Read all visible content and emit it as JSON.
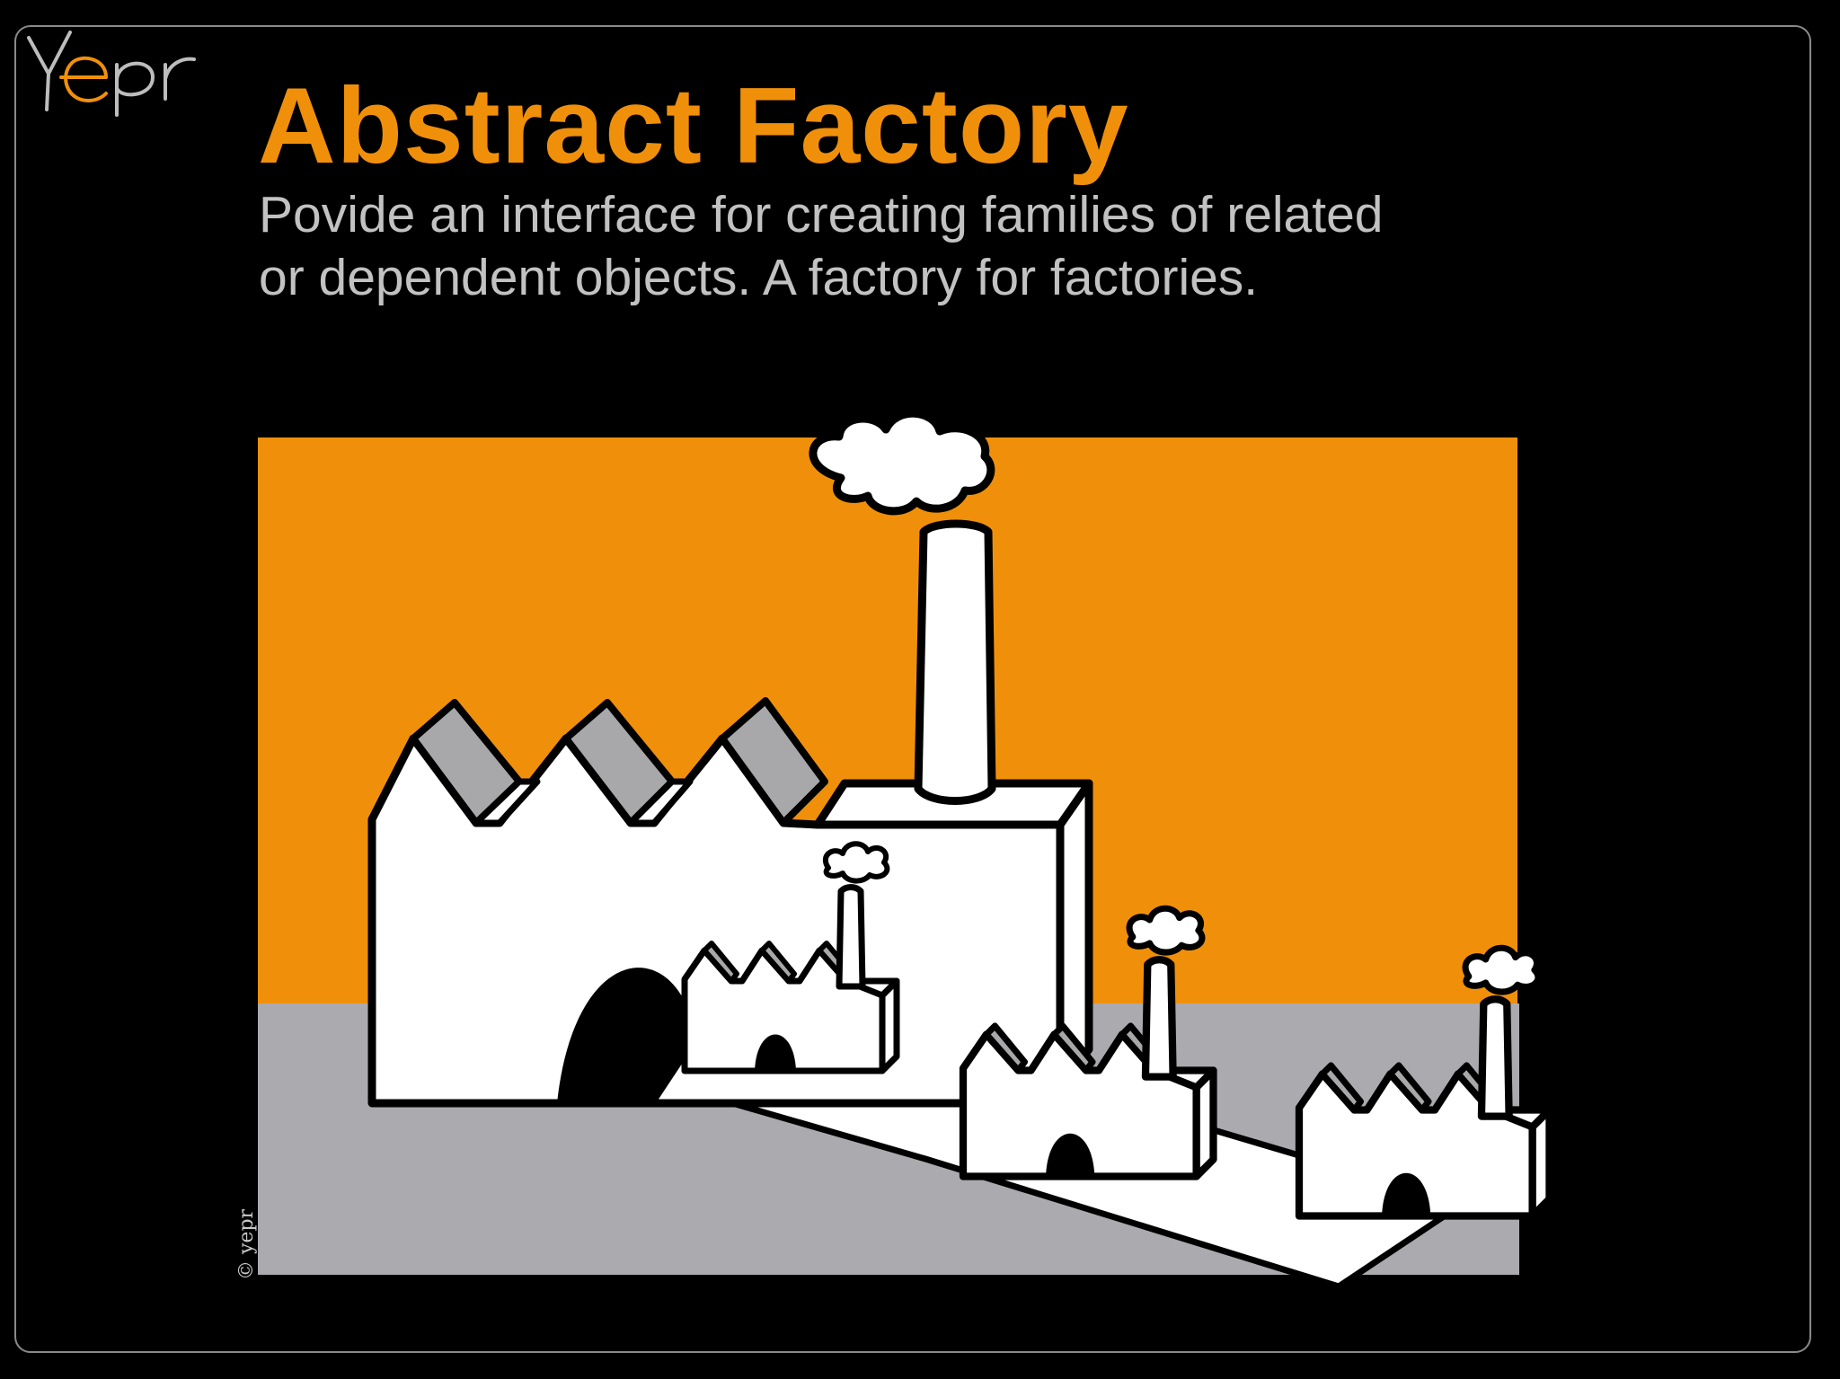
{
  "slide": {
    "logo_text": "yepr",
    "title": "Abstract Factory",
    "subtitle_line1": "Povide an interface for creating families of related",
    "subtitle_line2": "or dependent objects. A factory for factories.",
    "copyright": "© yepr"
  },
  "colors": {
    "background": "#000000",
    "accent_orange": "#f0900a",
    "subtitle_gray": "#c2c2c2",
    "ground_gray": "#ababaf",
    "roof_gray": "#a8a8aa",
    "building_white": "#ffffff"
  },
  "icons": [
    "yepr-logo-icon",
    "factory-icon",
    "smoke-cloud-icon"
  ]
}
